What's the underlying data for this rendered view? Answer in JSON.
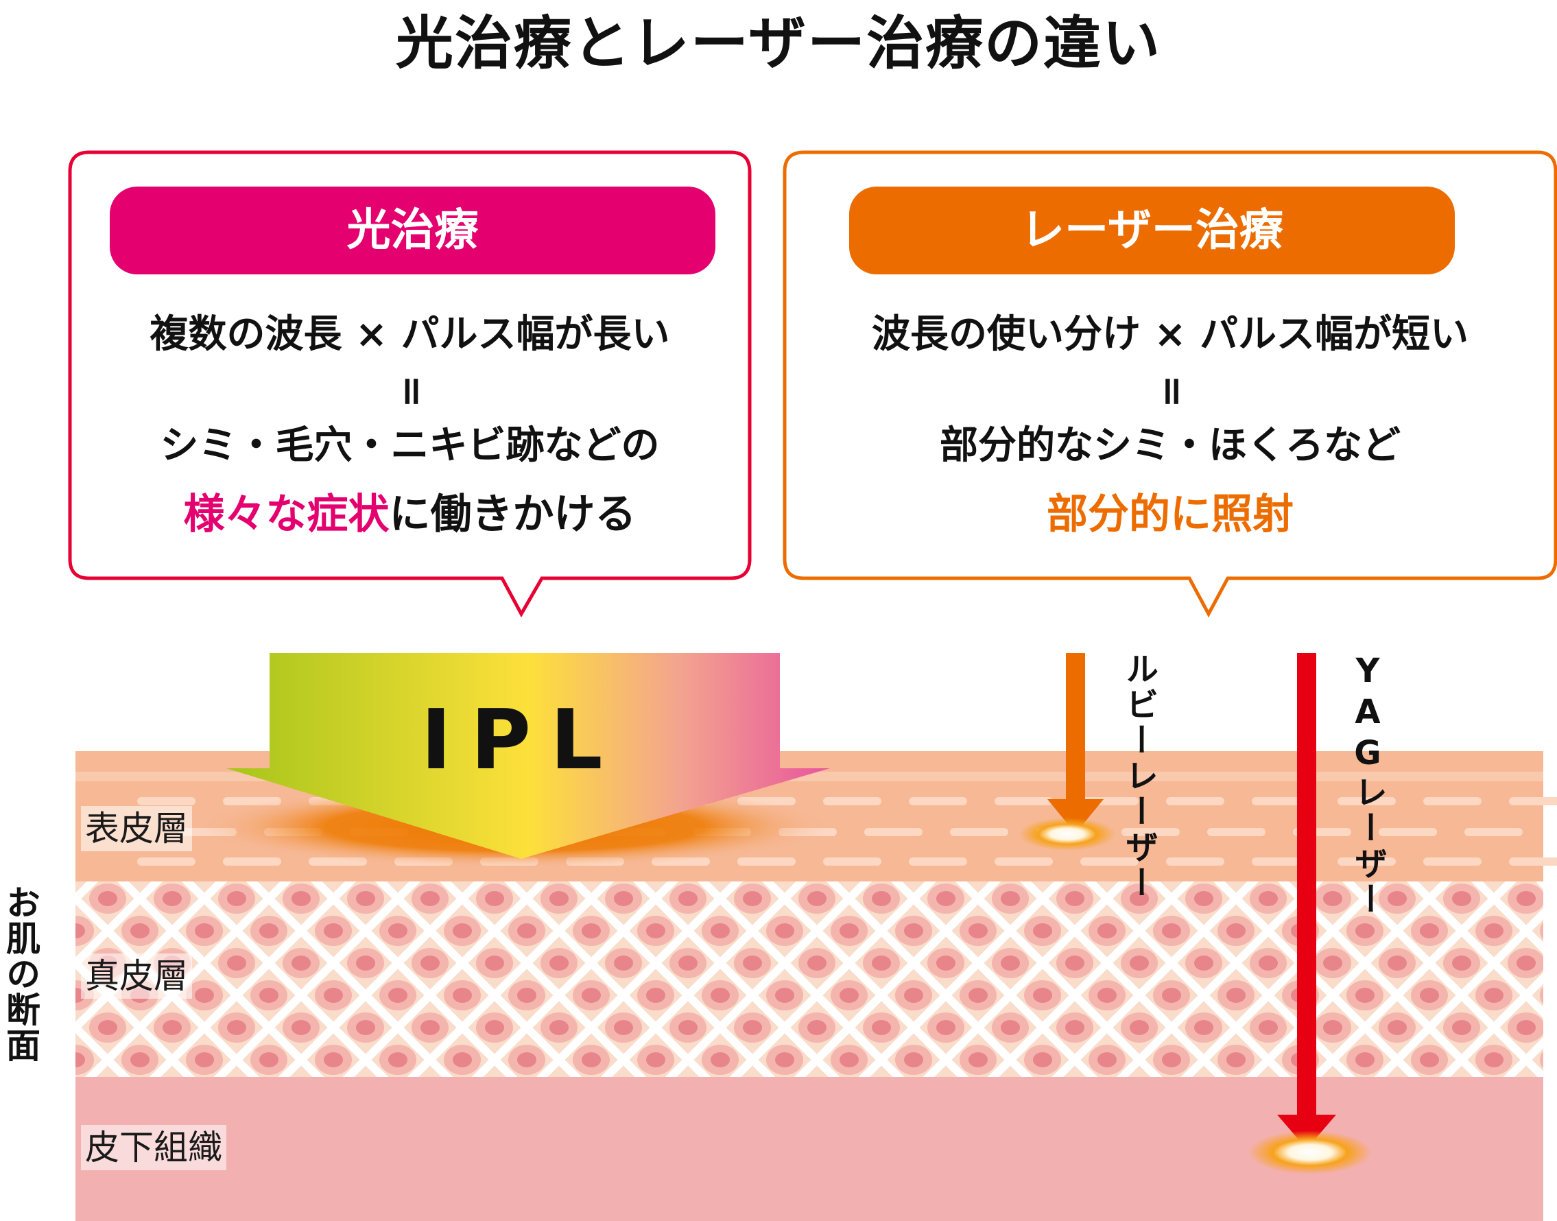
{
  "title": "光治療とレーザー治療の違い",
  "colors": {
    "magenta": "#e4006e",
    "orange": "#ec6c00",
    "panel_border_left": "#e60033",
    "panel_border_right": "#ec6c00",
    "epidermis": "#f6b895",
    "dermis": "#fadccb",
    "subcutis": "#f3b0b0",
    "red_arrow": "#e60012"
  },
  "left_panel": {
    "header": "光治療",
    "line1": "複数の波長 × パルス幅が長い",
    "equals": "॥",
    "line3": "シミ・毛穴・ニキビ跡などの",
    "line4_highlight": "様々な症状",
    "line4_rest": "に働きかける"
  },
  "right_panel": {
    "header": "レーザー治療",
    "line1": "波長の使い分け × パルス幅が短い",
    "equals": "॥",
    "line3": "部分的なシミ・ほくろなど",
    "line4_highlight": "部分的に照射"
  },
  "ipl_label": "IPL",
  "lasers": {
    "ruby": "ルビーレーザー",
    "yag": "YAGレーザー"
  },
  "layers": {
    "epidermis": "表皮層",
    "dermis": "真皮層",
    "subcutis": "皮下組織"
  },
  "side_label": "お肌の断面"
}
